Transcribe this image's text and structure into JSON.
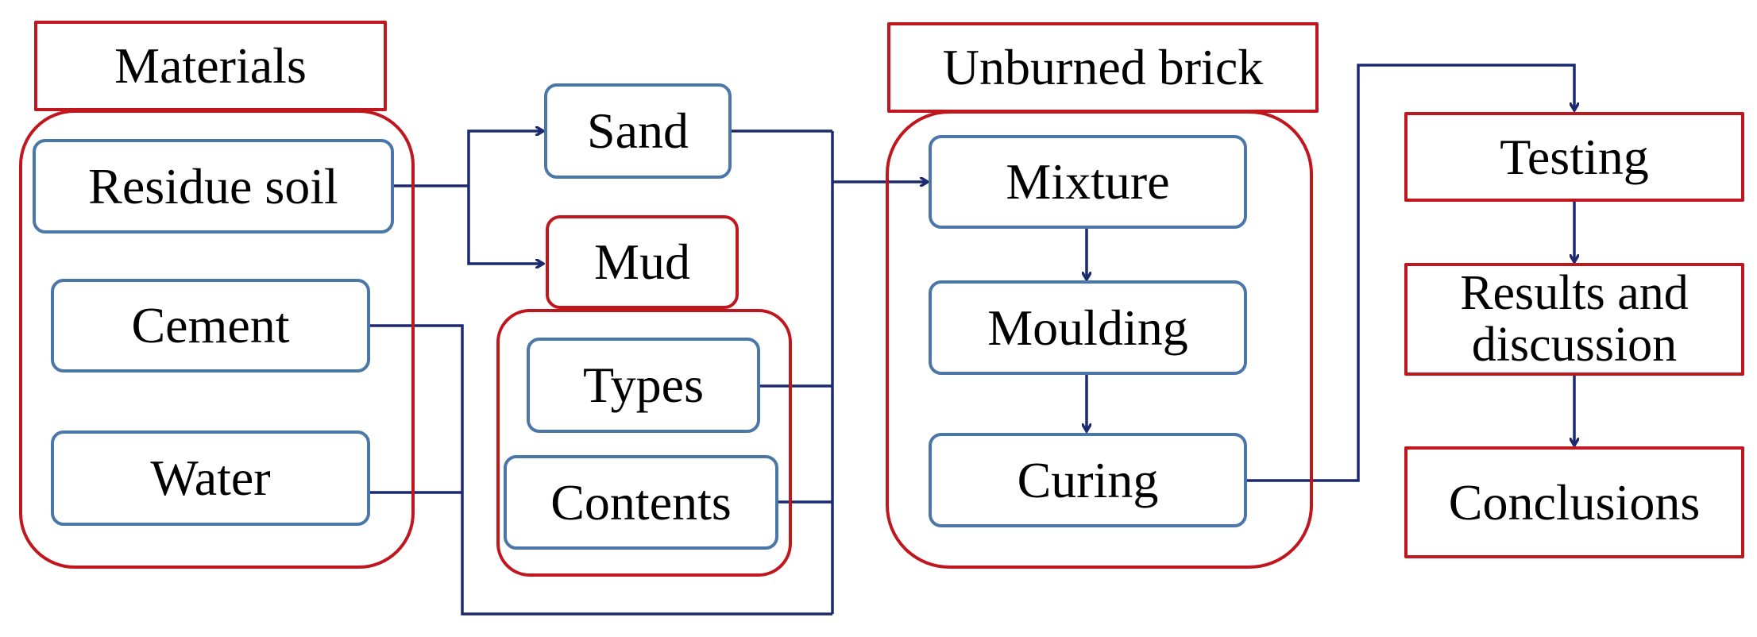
{
  "colors": {
    "group_border": "#c0161d",
    "node_border_blue": "#4a76a8",
    "connector": "#1b2a6e",
    "text": "#000000"
  },
  "nodes": {
    "materials": "Materials",
    "residue_soil": "Residue soil",
    "cement": "Cement",
    "water": "Water",
    "sand": "Sand",
    "mud": "Mud",
    "types": "Types",
    "contents": "Contents",
    "unburned_brick": "Unburned brick",
    "mixture": "Mixture",
    "moulding": "Moulding",
    "curing": "Curing",
    "testing": "Testing",
    "results_line1": "Results and",
    "results_line2": "discussion",
    "conclusions": "Conclusions"
  }
}
